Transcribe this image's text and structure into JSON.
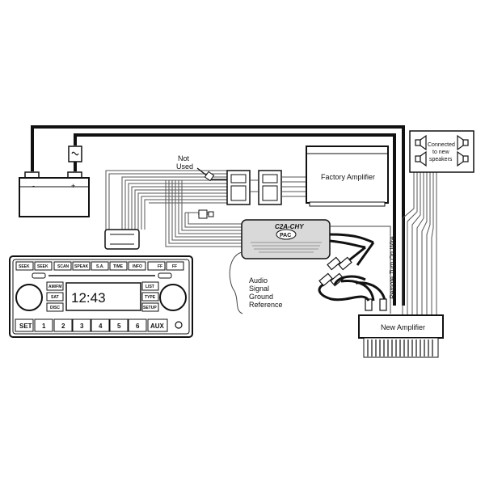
{
  "labels": {
    "not_used": [
      "Not",
      "Used"
    ],
    "factory_amplifier": "Factory Amplifier",
    "new_amplifier": "New Amplifier",
    "connected_to_new_speakers": [
      "Connected",
      "to new",
      "speakers"
    ],
    "audio_reference": [
      "Audio",
      "Signal",
      "Ground",
      "Reference"
    ],
    "remote_turn_on": "Remote Turn On Wire",
    "module_model": "C2A-CHY",
    "module_brand": "PAC",
    "battery_negative": "-",
    "battery_positive": "+"
  },
  "radio": {
    "top_buttons": [
      "SEEK",
      "SEEK",
      "SCAN",
      "SPEAK",
      "S.A.",
      "TIME",
      "INFO",
      "FF",
      "FF"
    ],
    "left_buttons": [
      "AM/FM",
      "SAT",
      "DISC"
    ],
    "right_buttons": [
      "LIST",
      "TYPE",
      "SETUP"
    ],
    "display": "12:43",
    "presets": [
      "SET",
      "1",
      "2",
      "3",
      "4",
      "5",
      "6",
      "AUX"
    ]
  },
  "colors": {
    "line": "#111111",
    "module_fill": "#d9d9d9",
    "wire_gray": "#777777"
  }
}
